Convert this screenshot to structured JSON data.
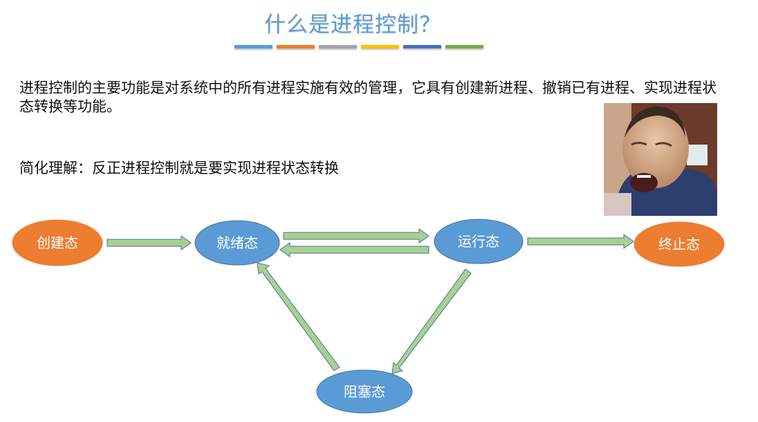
{
  "slide": {
    "title": "什么是进程控制？",
    "title_bar_colors": [
      "#5b9bd5",
      "#ed7d31",
      "#a5a5a5",
      "#ffc000",
      "#4472c4",
      "#70ad47"
    ],
    "description": "进程控制的主要功能是对系统中的所有进程实施有效的管理，它具有创建新进程、撤销已有进程、实现进程状态转换等功能。",
    "simplified": "简化理解：反正进程控制就是要实现进程状态转换"
  },
  "diagram": {
    "states": {
      "new": "创建态",
      "ready": "就绪态",
      "running": "运行态",
      "terminated": "终止态",
      "blocked": "阻塞态"
    },
    "colors": {
      "orange": "#ed7d31",
      "blue": "#5b9bd5",
      "arrow_fill": "#a9d18e",
      "arrow_stroke": "#41719c"
    }
  }
}
